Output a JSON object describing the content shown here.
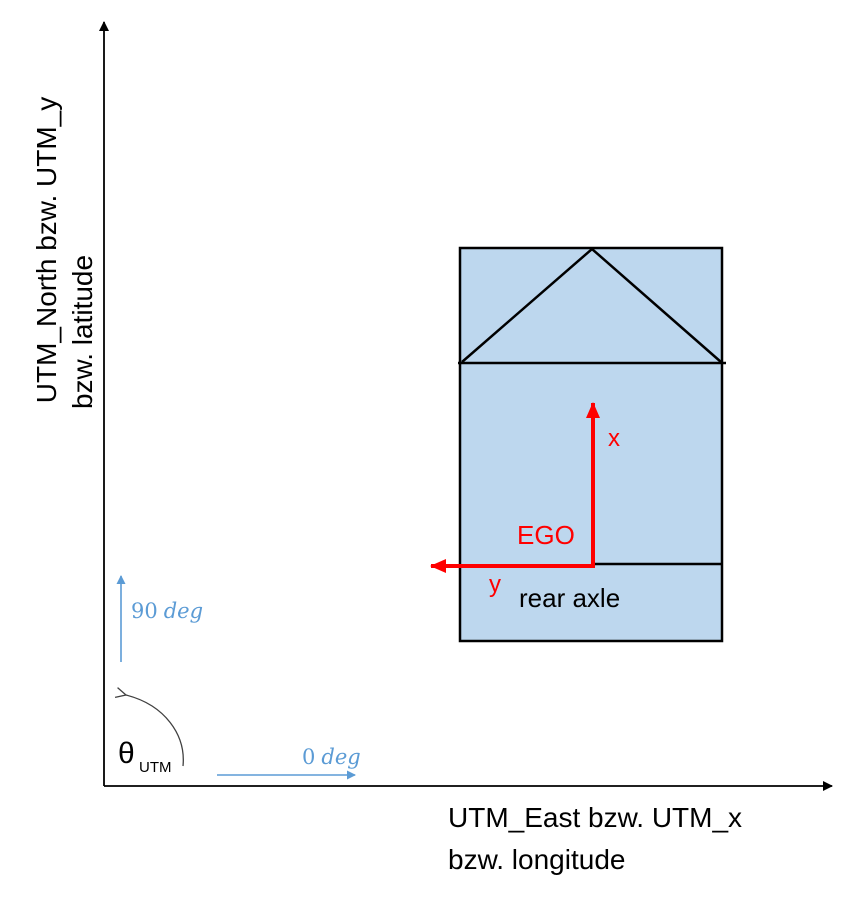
{
  "axes": {
    "y_label_line1": "UTM_North bzw. UTM_y",
    "y_label_line2": "bzw. latitude",
    "x_label_line1": "UTM_East bzw. UTM_x",
    "x_label_line2": "bzw. longitude"
  },
  "angle": {
    "symbol": "θ",
    "subscript": "UTM",
    "ref_90_value": "90",
    "ref_90_unit": "deg",
    "ref_0_value": "0",
    "ref_0_unit": "deg"
  },
  "vehicle": {
    "ego_label": "EGO",
    "x_axis_label": "x",
    "y_axis_label": "y",
    "rear_axle_label": "rear axle"
  },
  "colors": {
    "vehicle_fill": "#bdd7ee",
    "vehicle_stroke": "#000000",
    "ego_frame": "#ff0000",
    "reference_blue": "#5b9bd5",
    "axis": "#000000"
  }
}
